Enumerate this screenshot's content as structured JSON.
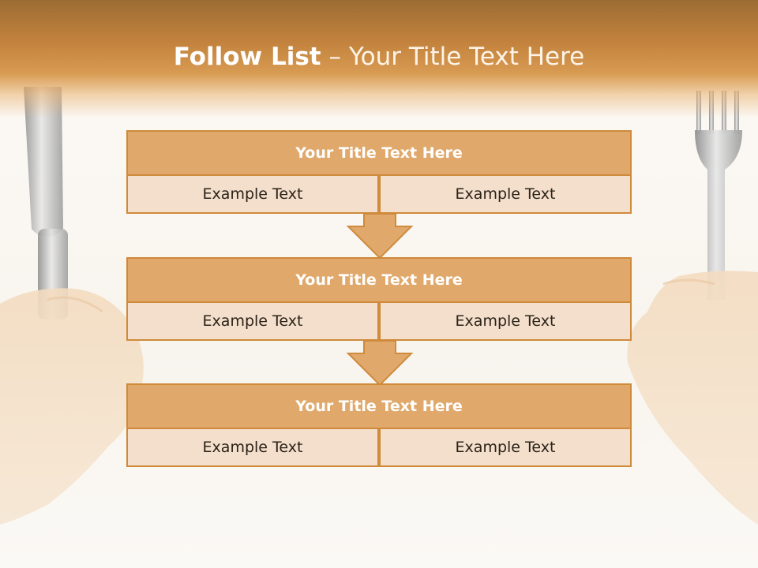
{
  "header": {
    "title_bold": "Follow List",
    "title_rest": " – Your Title Text Here"
  },
  "colors": {
    "header_brown": "#c2823d",
    "box_title_fill": "#e0a96b",
    "box_border": "#cf8a3c",
    "cell_fill": "#f3dfcb"
  },
  "steps": [
    {
      "title": "Your Title Text Here",
      "left": "Example Text",
      "right": "Example Text"
    },
    {
      "title": "Your Title Text Here",
      "left": "Example Text",
      "right": "Example Text"
    },
    {
      "title": "Your Title Text Here",
      "left": "Example Text",
      "right": "Example Text"
    }
  ],
  "icons": [
    "knife-icon",
    "fork-icon",
    "down-arrow-icon"
  ]
}
